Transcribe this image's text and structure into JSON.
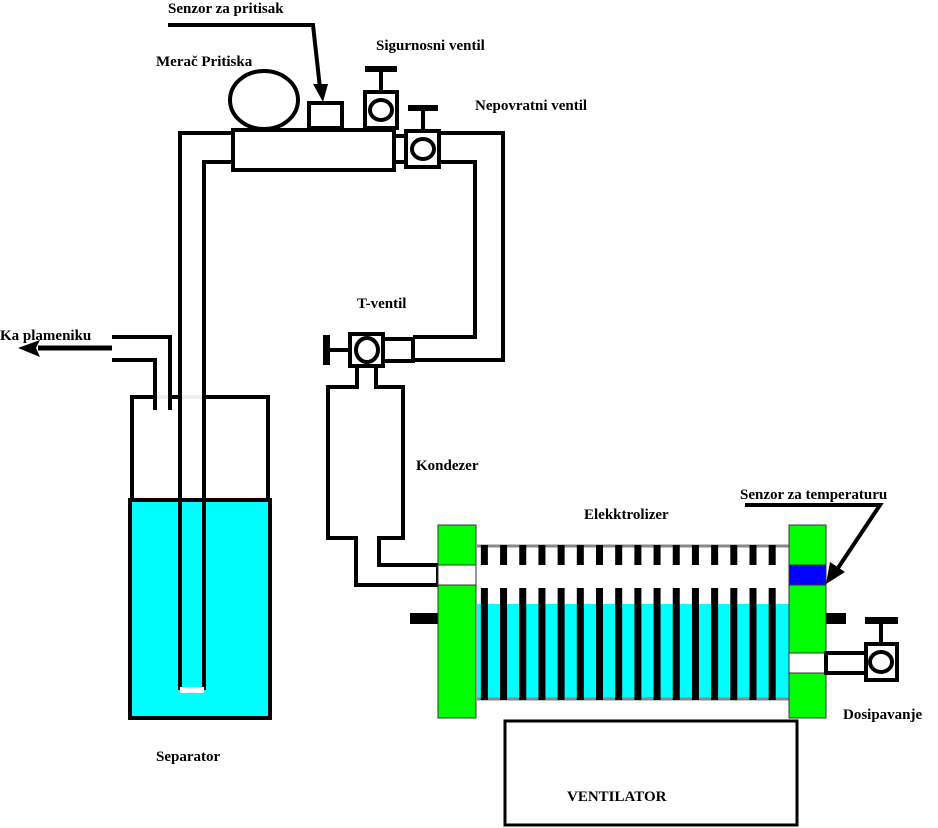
{
  "labels": {
    "pressure_sensor": "Senzor za pritisak",
    "pressure_gauge": "Merač Pritiska",
    "safety_valve": "Sigurnosni ventil",
    "check_valve": "Nepovratni ventil",
    "t_valve": "T-ventil",
    "to_burner": "Ka plameniku",
    "condenser": "Kondezer",
    "electrolyzer": "Elekktrolizer",
    "temperature_sensor": "Senzor za temperaturu",
    "refill": "Dosipavanje",
    "separator": "Separator",
    "fan": "VENTILATOR"
  },
  "colors": {
    "water": "#00ffff",
    "end_plate": "#00ff00",
    "temperature_sensor": "#0000ff",
    "line": "#000000"
  },
  "electrolyzer_plate_count": 16
}
